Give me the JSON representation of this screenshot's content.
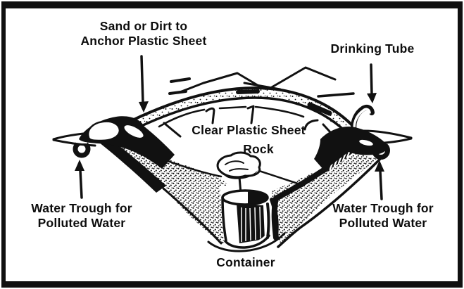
{
  "figure": {
    "colors": {
      "ink": "#111111",
      "background": "#ffffff",
      "border": "#101010"
    },
    "labels": {
      "sand_anchor": {
        "line1": "Sand or Dirt to",
        "line2": "Anchor Plastic Sheet"
      },
      "drinking_tube": "Drinking Tube",
      "clear_plastic_sheet": "Clear Plastic Sheet",
      "rock": "Rock",
      "water_trough_left": {
        "line1": "Water Trough for",
        "line2": "Polluted Water"
      },
      "water_trough_right": {
        "line1": "Water Trough for",
        "line2": "Polluted Water"
      },
      "container": "Container"
    },
    "arrows": [
      {
        "label": "sand_anchor",
        "direction": "down"
      },
      {
        "label": "drinking_tube",
        "direction": "down"
      },
      {
        "label": "water_trough_left",
        "direction": "up"
      },
      {
        "label": "water_trough_right",
        "direction": "up"
      }
    ]
  }
}
